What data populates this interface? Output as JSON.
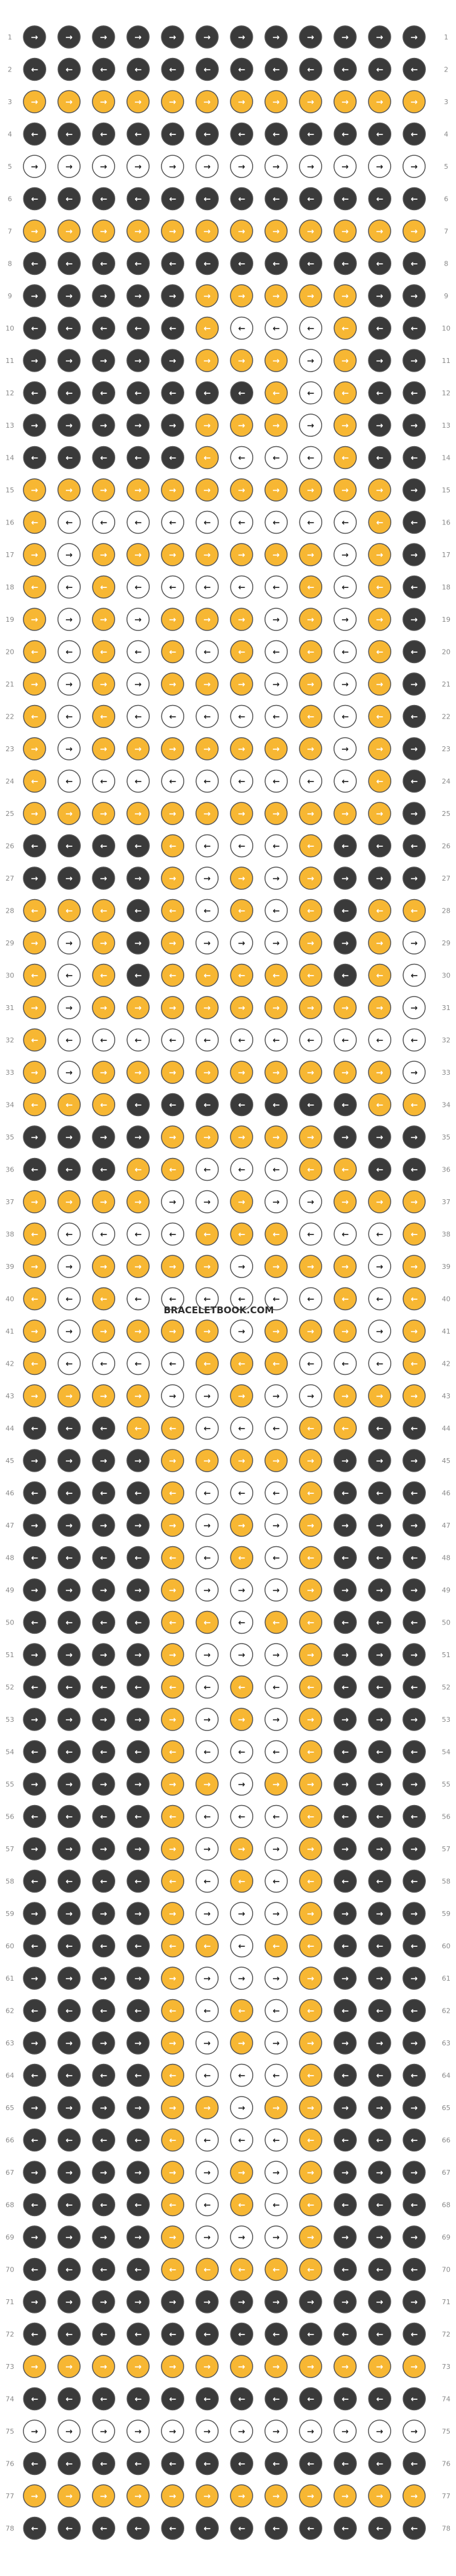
{
  "pattern": {
    "type": "alpha-bracelet-pattern",
    "row_count": 78,
    "column_count": 12,
    "row_numbers_left": true,
    "row_numbers_right": true,
    "direction_arrows": "alternating per row",
    "colors": {
      "dark": "#3a3a3a",
      "yellow": "#f7b733",
      "white": "#ffffff",
      "outline": "#555555",
      "row_label": "#8a8a8a"
    },
    "row_colors": [
      [
        "D",
        "D",
        "D",
        "D",
        "D",
        "D",
        "D",
        "D",
        "D",
        "D",
        "D",
        "D"
      ],
      [
        "D",
        "D",
        "D",
        "D",
        "D",
        "D",
        "D",
        "D",
        "D",
        "D",
        "D",
        "D"
      ],
      [
        "Y",
        "Y",
        "Y",
        "Y",
        "Y",
        "Y",
        "Y",
        "Y",
        "Y",
        "Y",
        "Y",
        "Y"
      ],
      [
        "D",
        "D",
        "D",
        "D",
        "D",
        "D",
        "D",
        "D",
        "D",
        "D",
        "D",
        "D"
      ],
      [
        "W",
        "W",
        "W",
        "W",
        "W",
        "W",
        "W",
        "W",
        "W",
        "W",
        "W",
        "W"
      ],
      [
        "D",
        "D",
        "D",
        "D",
        "D",
        "D",
        "D",
        "D",
        "D",
        "D",
        "D",
        "D"
      ],
      [
        "Y",
        "Y",
        "Y",
        "Y",
        "Y",
        "Y",
        "Y",
        "Y",
        "Y",
        "Y",
        "Y",
        "Y"
      ],
      [
        "D",
        "D",
        "D",
        "D",
        "D",
        "D",
        "D",
        "D",
        "D",
        "D",
        "D",
        "D"
      ],
      [
        "D",
        "D",
        "D",
        "D",
        "D",
        "Y",
        "Y",
        "Y",
        "Y",
        "Y",
        "D",
        "D"
      ],
      [
        "D",
        "D",
        "D",
        "D",
        "D",
        "Y",
        "W",
        "W",
        "W",
        "Y",
        "D",
        "D"
      ],
      [
        "D",
        "D",
        "D",
        "D",
        "D",
        "Y",
        "Y",
        "Y",
        "W",
        "Y",
        "D",
        "D"
      ],
      [
        "D",
        "D",
        "D",
        "D",
        "D",
        "D",
        "D",
        "Y",
        "W",
        "Y",
        "D",
        "D"
      ],
      [
        "D",
        "D",
        "D",
        "D",
        "D",
        "Y",
        "Y",
        "Y",
        "W",
        "Y",
        "D",
        "D"
      ],
      [
        "D",
        "D",
        "D",
        "D",
        "D",
        "Y",
        "W",
        "W",
        "W",
        "Y",
        "D",
        "D"
      ],
      [
        "Y",
        "Y",
        "Y",
        "Y",
        "Y",
        "Y",
        "Y",
        "Y",
        "Y",
        "Y",
        "Y",
        "D"
      ],
      [
        "Y",
        "W",
        "W",
        "W",
        "W",
        "W",
        "W",
        "W",
        "W",
        "W",
        "Y",
        "D"
      ],
      [
        "Y",
        "W",
        "Y",
        "Y",
        "Y",
        "Y",
        "Y",
        "Y",
        "Y",
        "W",
        "Y",
        "D"
      ],
      [
        "Y",
        "W",
        "Y",
        "W",
        "W",
        "W",
        "W",
        "W",
        "Y",
        "W",
        "Y",
        "D"
      ],
      [
        "Y",
        "W",
        "Y",
        "W",
        "Y",
        "Y",
        "Y",
        "W",
        "Y",
        "W",
        "Y",
        "D"
      ],
      [
        "Y",
        "W",
        "Y",
        "W",
        "Y",
        "W",
        "Y",
        "W",
        "Y",
        "W",
        "Y",
        "D"
      ],
      [
        "Y",
        "W",
        "Y",
        "W",
        "Y",
        "Y",
        "Y",
        "W",
        "Y",
        "W",
        "Y",
        "D"
      ],
      [
        "Y",
        "W",
        "Y",
        "W",
        "W",
        "W",
        "W",
        "W",
        "Y",
        "W",
        "Y",
        "D"
      ],
      [
        "Y",
        "W",
        "Y",
        "Y",
        "Y",
        "Y",
        "Y",
        "Y",
        "Y",
        "W",
        "Y",
        "D"
      ],
      [
        "Y",
        "W",
        "W",
        "W",
        "W",
        "W",
        "W",
        "W",
        "W",
        "W",
        "Y",
        "D"
      ],
      [
        "Y",
        "Y",
        "Y",
        "Y",
        "Y",
        "Y",
        "Y",
        "Y",
        "Y",
        "Y",
        "Y",
        "D"
      ],
      [
        "D",
        "D",
        "D",
        "D",
        "Y",
        "W",
        "W",
        "W",
        "Y",
        "D",
        "D",
        "D"
      ],
      [
        "D",
        "D",
        "D",
        "D",
        "Y",
        "W",
        "Y",
        "W",
        "Y",
        "D",
        "D",
        "D"
      ],
      [
        "Y",
        "Y",
        "Y",
        "D",
        "Y",
        "W",
        "Y",
        "W",
        "Y",
        "D",
        "Y",
        "Y"
      ],
      [
        "Y",
        "W",
        "Y",
        "D",
        "Y",
        "W",
        "W",
        "W",
        "Y",
        "D",
        "Y",
        "W"
      ],
      [
        "Y",
        "W",
        "Y",
        "D",
        "Y",
        "Y",
        "Y",
        "Y",
        "Y",
        "D",
        "Y",
        "W"
      ],
      [
        "Y",
        "W",
        "Y",
        "Y",
        "Y",
        "Y",
        "Y",
        "Y",
        "Y",
        "Y",
        "Y",
        "W"
      ],
      [
        "Y",
        "W",
        "W",
        "W",
        "W",
        "W",
        "W",
        "W",
        "W",
        "W",
        "W",
        "W"
      ],
      [
        "Y",
        "W",
        "Y",
        "Y",
        "Y",
        "Y",
        "Y",
        "Y",
        "Y",
        "Y",
        "Y",
        "W"
      ],
      [
        "Y",
        "Y",
        "Y",
        "D",
        "D",
        "D",
        "D",
        "D",
        "D",
        "D",
        "Y",
        "Y"
      ],
      [
        "D",
        "D",
        "D",
        "D",
        "Y",
        "Y",
        "Y",
        "Y",
        "Y",
        "D",
        "D",
        "D"
      ],
      [
        "D",
        "D",
        "D",
        "Y",
        "Y",
        "W",
        "W",
        "W",
        "Y",
        "Y",
        "D",
        "D"
      ],
      [
        "Y",
        "Y",
        "Y",
        "Y",
        "W",
        "W",
        "Y",
        "W",
        "W",
        "Y",
        "Y",
        "Y"
      ],
      [
        "Y",
        "W",
        "W",
        "W",
        "W",
        "Y",
        "Y",
        "Y",
        "W",
        "W",
        "W",
        "Y"
      ],
      [
        "Y",
        "W",
        "Y",
        "Y",
        "Y",
        "Y",
        "W",
        "Y",
        "Y",
        "Y",
        "W",
        "Y"
      ],
      [
        "Y",
        "W",
        "Y",
        "W",
        "W",
        "W",
        "W",
        "W",
        "W",
        "Y",
        "W",
        "Y"
      ],
      [
        "Y",
        "W",
        "Y",
        "Y",
        "Y",
        "Y",
        "W",
        "Y",
        "Y",
        "Y",
        "W",
        "Y"
      ],
      [
        "Y",
        "W",
        "W",
        "W",
        "W",
        "Y",
        "Y",
        "Y",
        "W",
        "W",
        "W",
        "Y"
      ],
      [
        "Y",
        "Y",
        "Y",
        "Y",
        "W",
        "W",
        "Y",
        "W",
        "W",
        "Y",
        "Y",
        "Y"
      ],
      [
        "D",
        "D",
        "D",
        "Y",
        "Y",
        "W",
        "W",
        "W",
        "Y",
        "Y",
        "D",
        "D"
      ],
      [
        "D",
        "D",
        "D",
        "D",
        "Y",
        "Y",
        "Y",
        "Y",
        "Y",
        "D",
        "D",
        "D"
      ],
      [
        "D",
        "D",
        "D",
        "D",
        "Y",
        "W",
        "W",
        "W",
        "Y",
        "D",
        "D",
        "D"
      ],
      [
        "D",
        "D",
        "D",
        "D",
        "Y",
        "W",
        "Y",
        "W",
        "Y",
        "D",
        "D",
        "D"
      ],
      [
        "D",
        "D",
        "D",
        "D",
        "Y",
        "W",
        "Y",
        "W",
        "Y",
        "D",
        "D",
        "D"
      ],
      [
        "D",
        "D",
        "D",
        "D",
        "Y",
        "W",
        "W",
        "W",
        "Y",
        "D",
        "D",
        "D"
      ],
      [
        "D",
        "D",
        "D",
        "D",
        "Y",
        "Y",
        "W",
        "Y",
        "Y",
        "D",
        "D",
        "D"
      ],
      [
        "D",
        "D",
        "D",
        "D",
        "Y",
        "W",
        "W",
        "W",
        "Y",
        "D",
        "D",
        "D"
      ],
      [
        "D",
        "D",
        "D",
        "D",
        "Y",
        "W",
        "Y",
        "W",
        "Y",
        "D",
        "D",
        "D"
      ],
      [
        "D",
        "D",
        "D",
        "D",
        "Y",
        "W",
        "Y",
        "W",
        "Y",
        "D",
        "D",
        "D"
      ],
      [
        "D",
        "D",
        "D",
        "D",
        "Y",
        "W",
        "W",
        "W",
        "Y",
        "D",
        "D",
        "D"
      ],
      [
        "D",
        "D",
        "D",
        "D",
        "Y",
        "Y",
        "W",
        "Y",
        "Y",
        "D",
        "D",
        "D"
      ],
      [
        "D",
        "D",
        "D",
        "D",
        "Y",
        "W",
        "W",
        "W",
        "Y",
        "D",
        "D",
        "D"
      ],
      [
        "D",
        "D",
        "D",
        "D",
        "Y",
        "W",
        "Y",
        "W",
        "Y",
        "D",
        "D",
        "D"
      ],
      [
        "D",
        "D",
        "D",
        "D",
        "Y",
        "W",
        "Y",
        "W",
        "Y",
        "D",
        "D",
        "D"
      ],
      [
        "D",
        "D",
        "D",
        "D",
        "Y",
        "W",
        "W",
        "W",
        "Y",
        "D",
        "D",
        "D"
      ],
      [
        "D",
        "D",
        "D",
        "D",
        "Y",
        "Y",
        "W",
        "Y",
        "Y",
        "D",
        "D",
        "D"
      ],
      [
        "D",
        "D",
        "D",
        "D",
        "Y",
        "W",
        "W",
        "W",
        "Y",
        "D",
        "D",
        "D"
      ],
      [
        "D",
        "D",
        "D",
        "D",
        "Y",
        "W",
        "Y",
        "W",
        "Y",
        "D",
        "D",
        "D"
      ],
      [
        "D",
        "D",
        "D",
        "D",
        "Y",
        "W",
        "Y",
        "W",
        "Y",
        "D",
        "D",
        "D"
      ],
      [
        "D",
        "D",
        "D",
        "D",
        "Y",
        "W",
        "W",
        "W",
        "Y",
        "D",
        "D",
        "D"
      ],
      [
        "D",
        "D",
        "D",
        "D",
        "Y",
        "Y",
        "W",
        "Y",
        "Y",
        "D",
        "D",
        "D"
      ],
      [
        "D",
        "D",
        "D",
        "D",
        "Y",
        "W",
        "W",
        "W",
        "Y",
        "D",
        "D",
        "D"
      ],
      [
        "D",
        "D",
        "D",
        "D",
        "Y",
        "W",
        "Y",
        "W",
        "Y",
        "D",
        "D",
        "D"
      ],
      [
        "D",
        "D",
        "D",
        "D",
        "Y",
        "W",
        "Y",
        "W",
        "Y",
        "D",
        "D",
        "D"
      ],
      [
        "D",
        "D",
        "D",
        "D",
        "Y",
        "W",
        "W",
        "W",
        "Y",
        "D",
        "D",
        "D"
      ],
      [
        "D",
        "D",
        "D",
        "D",
        "Y",
        "Y",
        "Y",
        "Y",
        "Y",
        "D",
        "D",
        "D"
      ],
      [
        "D",
        "D",
        "D",
        "D",
        "D",
        "D",
        "D",
        "D",
        "D",
        "D",
        "D",
        "D"
      ],
      [
        "D",
        "D",
        "D",
        "D",
        "D",
        "D",
        "D",
        "D",
        "D",
        "D",
        "D",
        "D"
      ],
      [
        "Y",
        "Y",
        "Y",
        "Y",
        "Y",
        "Y",
        "Y",
        "Y",
        "Y",
        "Y",
        "Y",
        "Y"
      ],
      [
        "D",
        "D",
        "D",
        "D",
        "D",
        "D",
        "D",
        "D",
        "D",
        "D",
        "D",
        "D"
      ],
      [
        "W",
        "W",
        "W",
        "W",
        "W",
        "W",
        "W",
        "W",
        "W",
        "W",
        "W",
        "W"
      ],
      [
        "D",
        "D",
        "D",
        "D",
        "D",
        "D",
        "D",
        "D",
        "D",
        "D",
        "D",
        "D"
      ],
      [
        "Y",
        "Y",
        "Y",
        "Y",
        "Y",
        "Y",
        "Y",
        "Y",
        "Y",
        "Y",
        "Y",
        "Y"
      ],
      [
        "D",
        "D",
        "D",
        "D",
        "D",
        "D",
        "D",
        "D",
        "D",
        "D",
        "D",
        "D"
      ]
    ]
  },
  "watermark": {
    "text": "BRACELETBOOK.COM"
  }
}
